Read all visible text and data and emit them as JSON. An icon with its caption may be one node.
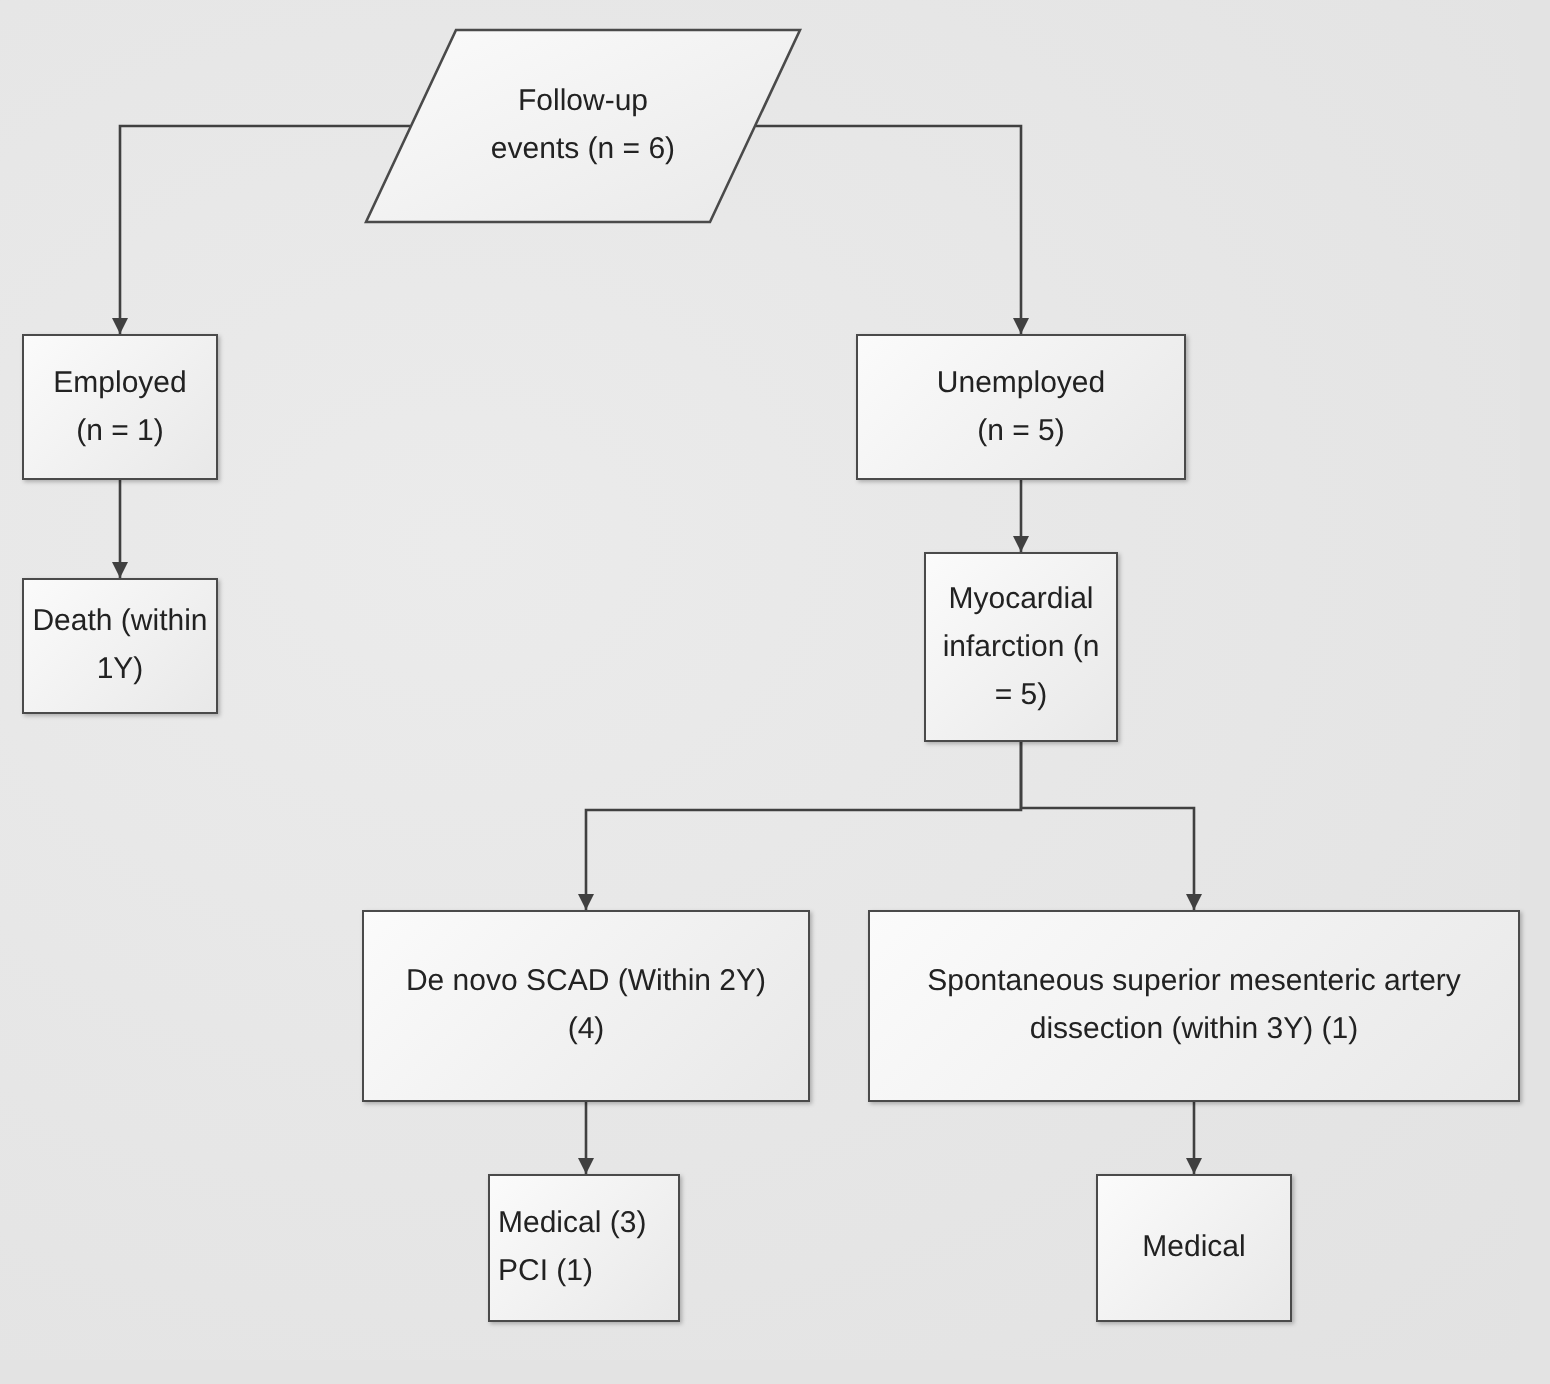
{
  "diagram": {
    "nodes": [
      {
        "text": [
          "Follow-up events (n = 6)"
        ]
      },
      {
        "text": [
          "Employed (n = 1)"
        ]
      },
      {
        "text": [
          "Death (within 1Y)"
        ]
      },
      {
        "text": [
          "Unemployed (n = 5)"
        ]
      },
      {
        "text": [
          "Myocardial infarction (n = 5)"
        ]
      },
      {
        "text": [
          "De novo SCAD (Within 2Y) (4)"
        ]
      },
      {
        "text": [
          "Spontaneous superior mesenteric artery dissection (within 3Y) (1)"
        ]
      },
      {
        "text": [
          "Medical (3) PCI (1)"
        ]
      },
      {
        "text": [
          "Medical"
        ]
      }
    ],
    "edges": [
      {
        "from": 0,
        "to": 1,
        "arrow": "to"
      },
      {
        "from": 0,
        "to": 3,
        "arrow": "to"
      },
      {
        "from": 1,
        "to": 2,
        "arrow": "to"
      },
      {
        "from": 3,
        "to": 4,
        "arrow": "to"
      },
      {
        "from": 4,
        "to": 5,
        "arrow": "to"
      },
      {
        "from": 4,
        "to": 6,
        "arrow": "to"
      },
      {
        "from": 5,
        "to": 7,
        "arrow": "to"
      },
      {
        "from": 6,
        "to": 8,
        "arrow": "to"
      }
    ]
  }
}
